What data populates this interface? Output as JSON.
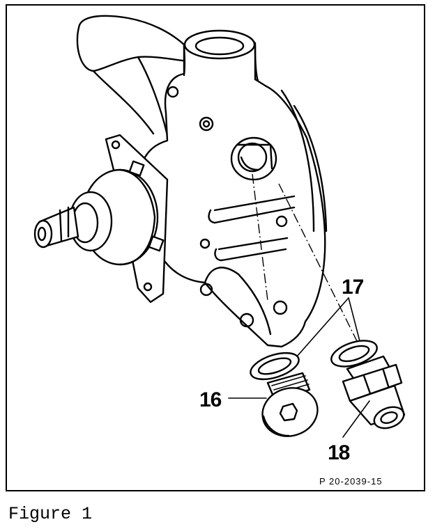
{
  "figure": {
    "callouts": {
      "c16": "16",
      "c17": "17",
      "c18": "18"
    },
    "reference_code": "P 20-2039-15",
    "caption": "Figure 1"
  }
}
